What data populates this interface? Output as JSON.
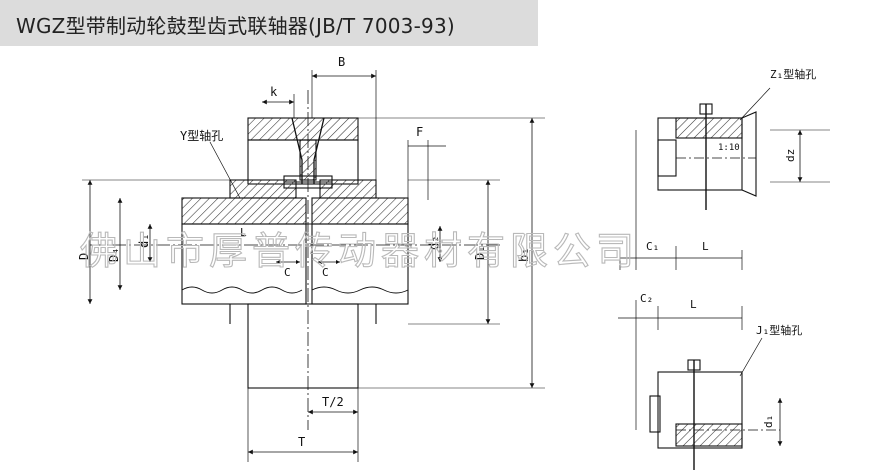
{
  "title": "WGZ型带制动轮鼓型齿式联轴器(JB/T 7003-93)",
  "watermark": "佛山市厚普传动器材有限公司",
  "colors": {
    "ink": "#111111",
    "title_bg": "#dcdcdc",
    "hatch": "#333333",
    "watermark": "#b9b9b9"
  },
  "main_view": {
    "dim_B": "B",
    "dim_k": "k",
    "dim_F": "F",
    "label_Y_bore": "Y型轴孔",
    "dim_D": "D",
    "dim_D4": "D₄",
    "dim_d1": "d₁",
    "label_L": "L",
    "dim_C_left": "C",
    "dim_C_right": "C",
    "dim_d2": "d₂",
    "dim_D1": "D₁",
    "dim_b1": "b₁",
    "dim_T_half": "T/2",
    "dim_T": "T"
  },
  "z1_view": {
    "label_Z1_bore": "Z₁型轴孔",
    "taper": "1:10",
    "dim_dz": "dz",
    "dim_C1": "C₁",
    "dim_L": "L"
  },
  "j1_view": {
    "dim_C2": "C₂",
    "dim_L": "L",
    "label_J1_bore": "J₁型轴孔",
    "dim_d1": "d₁"
  }
}
